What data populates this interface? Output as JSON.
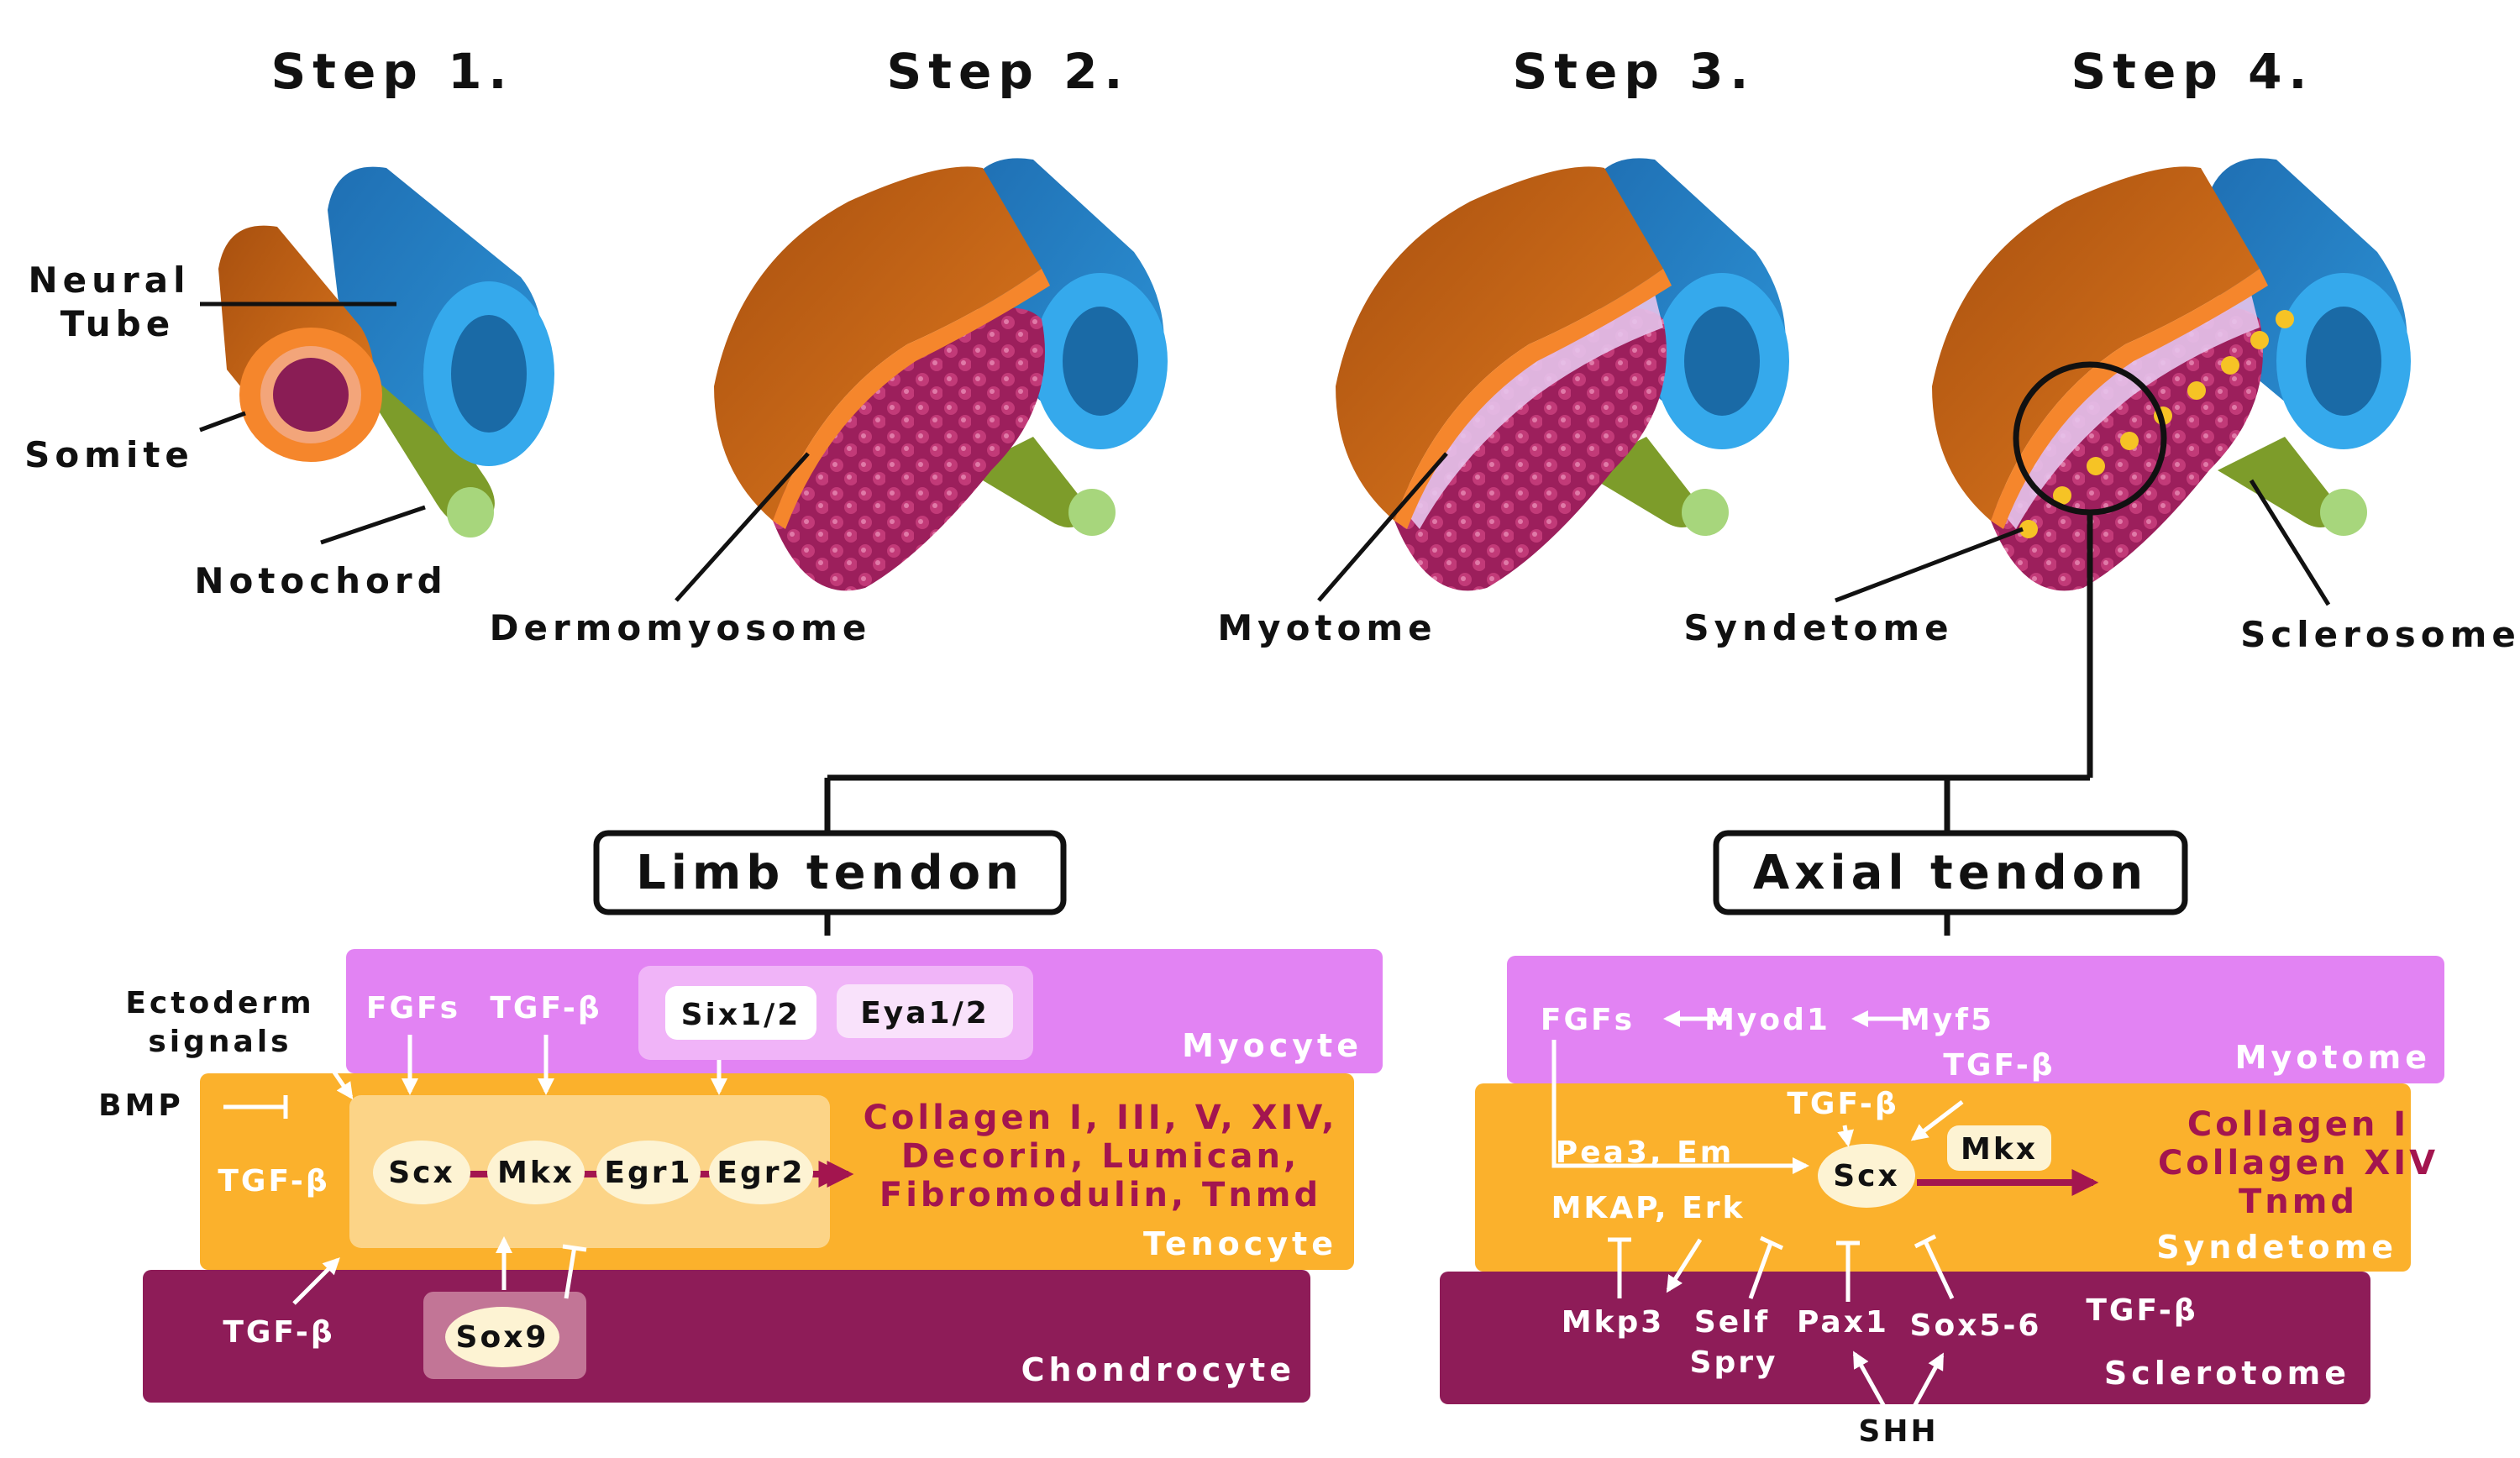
{
  "steps": [
    "Step 1.",
    "Step 2.",
    "Step 3.",
    "Step 4."
  ],
  "anatomy": {
    "neural_tube": [
      "Neural",
      "Tube"
    ],
    "somite": "Somite",
    "notochord": "Notochord",
    "dermomyosome": "Dermomyosome",
    "myotome": "Myotome",
    "syndetome": "Syndetome",
    "sclerosome": "Sclerosome"
  },
  "limb": {
    "title": "Limb tendon",
    "myocyte": "Myocyte",
    "tenocyte": "Tenocyte",
    "chondrocyte": "Chondrocyte",
    "ectoderm_signals": [
      "Ectoderm",
      "signals"
    ],
    "bmp": "BMP",
    "tgfb_left": "TGF-β",
    "tgfb_bottom": "TGF-β",
    "fgfs": "FGFs",
    "tgfb_top": "TGF-β",
    "six": "Six1/2",
    "eya": "Eya1/2",
    "genes": [
      "Scx",
      "Mkx",
      "Egr1",
      "Egr2"
    ],
    "sox9": "Sox9",
    "outputs": [
      "Collagen I, III, V, XIV,",
      "Decorin, Lumican,",
      "Fibromodulin, Tnmd"
    ]
  },
  "axial": {
    "title": "Axial tendon",
    "myotome": "Myotome",
    "syndetome": "Syndetome",
    "sclerotome": "Sclerotome",
    "fgfs": "FGFs",
    "myod1": "Myod1",
    "myf5": "Myf5",
    "tgfb_myotome": "TGF-β",
    "tgfb_syndetome": "TGF-β",
    "pea3": "Pea3, Em",
    "mkap": "MKAP, Erk",
    "scx": "Scx",
    "mkx": "Mkx",
    "outputs": [
      "Collagen I",
      "Collagen XIV",
      "Tnmd"
    ],
    "mkp3": "Mkp3",
    "self": "Self",
    "spry": "Spry",
    "pax1": "Pax1",
    "sox56": "Sox5-6",
    "tgfb_sclerotome": "TGF-β",
    "shh": "SHH"
  },
  "colors": {
    "myocyte": "#e283f3",
    "tenocyte": "#fbb12c",
    "chondrocyte": "#8e1c58",
    "output_text": "#a3154f",
    "arrow_dark": "#a3154f",
    "neural_tube": "#1b78c4",
    "somite": "#d9661c",
    "notochord": "#9ccc65",
    "sclerotome_cells": "#b8306e",
    "syndetome_dots": "#f6c325"
  }
}
